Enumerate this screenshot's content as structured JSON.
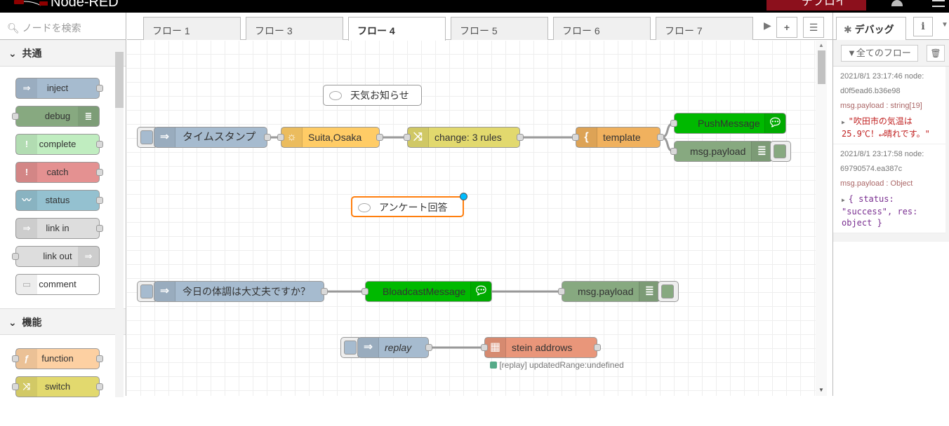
{
  "header": {
    "app_title": "Node-RED",
    "deploy_label": "デプロイ"
  },
  "palette": {
    "search_placeholder": "ノードを検索",
    "categories": [
      {
        "label": "共通",
        "nodes": [
          {
            "label": "inject",
            "color": "#a6bbcf",
            "icon": "arrow-icon"
          },
          {
            "label": "debug",
            "color": "#87a980",
            "icon": "list-icon"
          },
          {
            "label": "complete",
            "color": "#c0edc0",
            "icon": "exclamation-icon"
          },
          {
            "label": "catch",
            "color": "#e49191",
            "icon": "exclamation-icon"
          },
          {
            "label": "status",
            "color": "#94c1d0",
            "icon": "pulse-icon"
          },
          {
            "label": "link in",
            "color": "#dddddd",
            "icon": "link-in-icon"
          },
          {
            "label": "link out",
            "color": "#dddddd",
            "icon": "link-out-icon"
          },
          {
            "label": "comment",
            "color": "#ffffff",
            "icon": "comment-icon"
          }
        ]
      },
      {
        "label": "機能",
        "nodes": [
          {
            "label": "function",
            "color": "#fdd0a2",
            "icon": "function-icon"
          },
          {
            "label": "switch",
            "color": "#e2d96e",
            "icon": "switch-icon"
          }
        ]
      }
    ]
  },
  "tabs": [
    "フロー 1",
    "フロー 3",
    "フロー 4",
    "フロー 5",
    "フロー 6",
    "フロー 7"
  ],
  "active_tab": "フロー 4",
  "flow": {
    "comments": [
      "天気お知らせ",
      "アンケート回答"
    ],
    "nodes": {
      "timestamp": "タイムスタンプ",
      "weather": "Suita,Osaka",
      "change": "change: 3 rules",
      "template": "template",
      "push": "PushMessage",
      "debug1": "msg.payload",
      "inject2": "今日の体調は大丈夫ですか？",
      "broadcast": "BloadcastMessage",
      "debug2": "msg.payload",
      "replay": "replay",
      "stein": "stein addrows",
      "stein_status": "[replay] updatedRange:undefined"
    }
  },
  "sidebar": {
    "tab_label": "デバッグ",
    "info_label": "i",
    "filter_label": "全てのフロー",
    "messages": [
      {
        "meta": "2021/8/1 23:17:46   node:",
        "node": "d0f5ead6.b36e98",
        "topic": "msg.payload : string[19]",
        "value": "\"吹田市の気温は25.9℃！↵晴れです。\""
      },
      {
        "meta": "2021/8/1 23:17:58   node:",
        "node": "69790574.ea387c",
        "topic": "msg.payload : Object",
        "value": "{ status: \"success\", res: object }"
      }
    ]
  }
}
